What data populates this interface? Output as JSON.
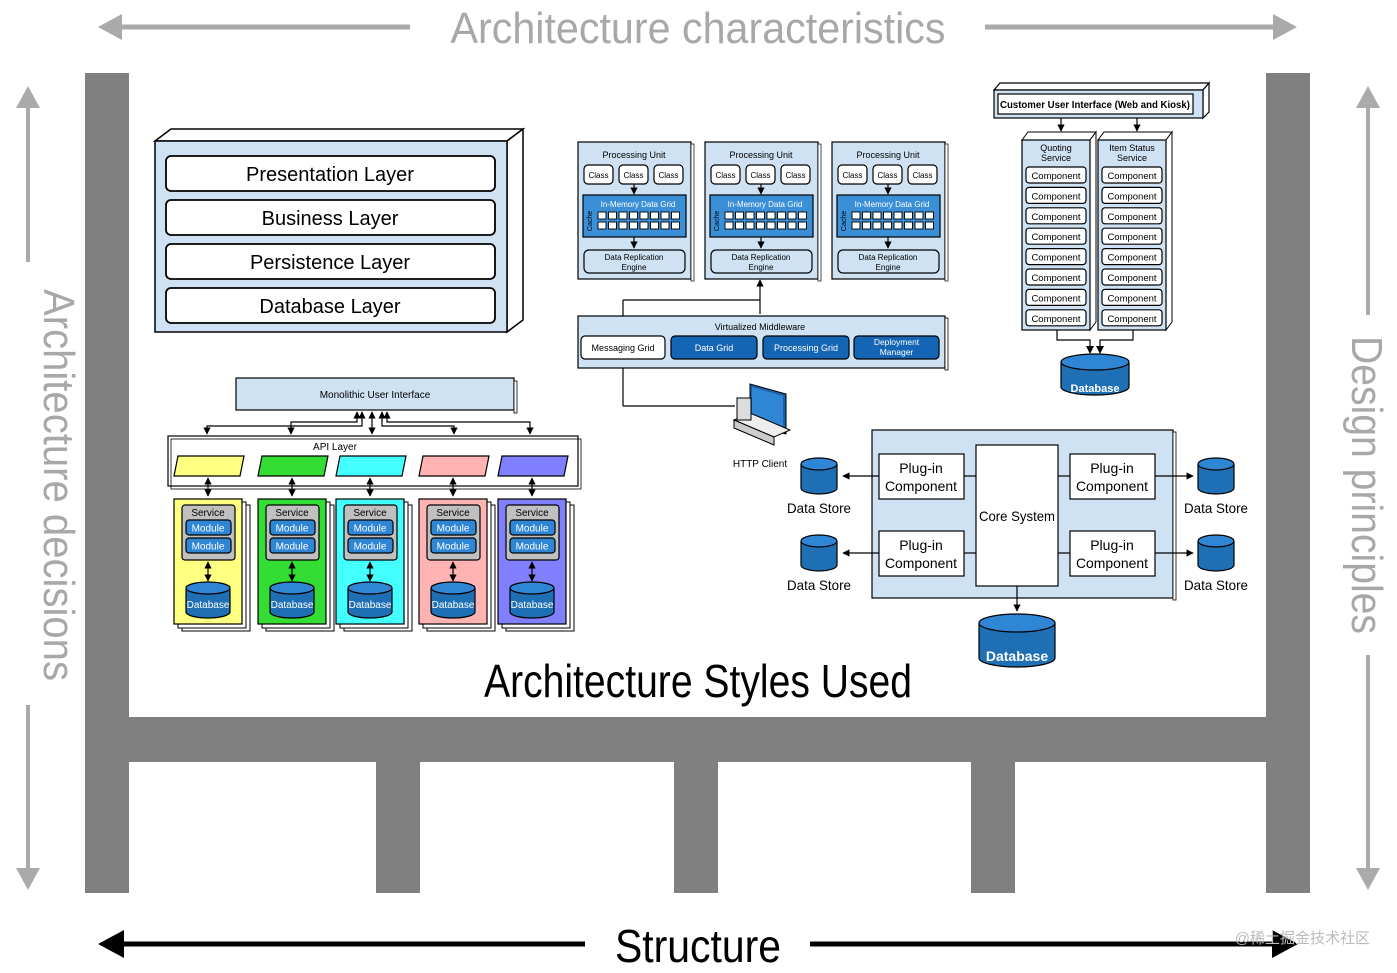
{
  "edges": {
    "top": "Architecture characteristics",
    "left": "Architecture decisions",
    "right": "Design principles",
    "bottom": "Structure"
  },
  "main_caption": "Architecture Styles Used",
  "watermark": "@稀土掘金技术社区",
  "layered": {
    "layers": [
      "Presentation Layer",
      "Business Layer",
      "Persistence Layer",
      "Database Layer"
    ]
  },
  "space_based": {
    "unit_title": "Processing Unit",
    "class_label": "Class",
    "grid_label": "In-Memory Data Grid",
    "cache_label": "Cache",
    "engine_line1": "Data Replication",
    "engine_line2": "Engine",
    "middleware_title": "Virtualized Middleware",
    "middleware_items": [
      "Messaging Grid",
      "Data Grid",
      "Processing Grid",
      "Deployment Manager"
    ],
    "http_client": "HTTP Client"
  },
  "service_based": {
    "ui_title": "Customer User Interface (Web and Kiosk)",
    "services": [
      {
        "name_line1": "Quoting",
        "name_line2": "Service"
      },
      {
        "name_line1": "Item Status",
        "name_line2": "Service"
      }
    ],
    "component_label": "Component",
    "database_label": "Database"
  },
  "microservices": {
    "ui_title": "Monolithic User Interface",
    "api_title": "API Layer",
    "service_label": "Service",
    "module_label": "Module",
    "database_label": "Database",
    "colors": [
      "#ffff80",
      "#33dd33",
      "#44ffff",
      "#ffb3b3",
      "#8080ff"
    ]
  },
  "microkernel": {
    "core_label": "Core System",
    "plugin_line1": "Plug-in",
    "plugin_line2": "Component",
    "data_store_label": "Data Store",
    "database_label": "Database"
  }
}
